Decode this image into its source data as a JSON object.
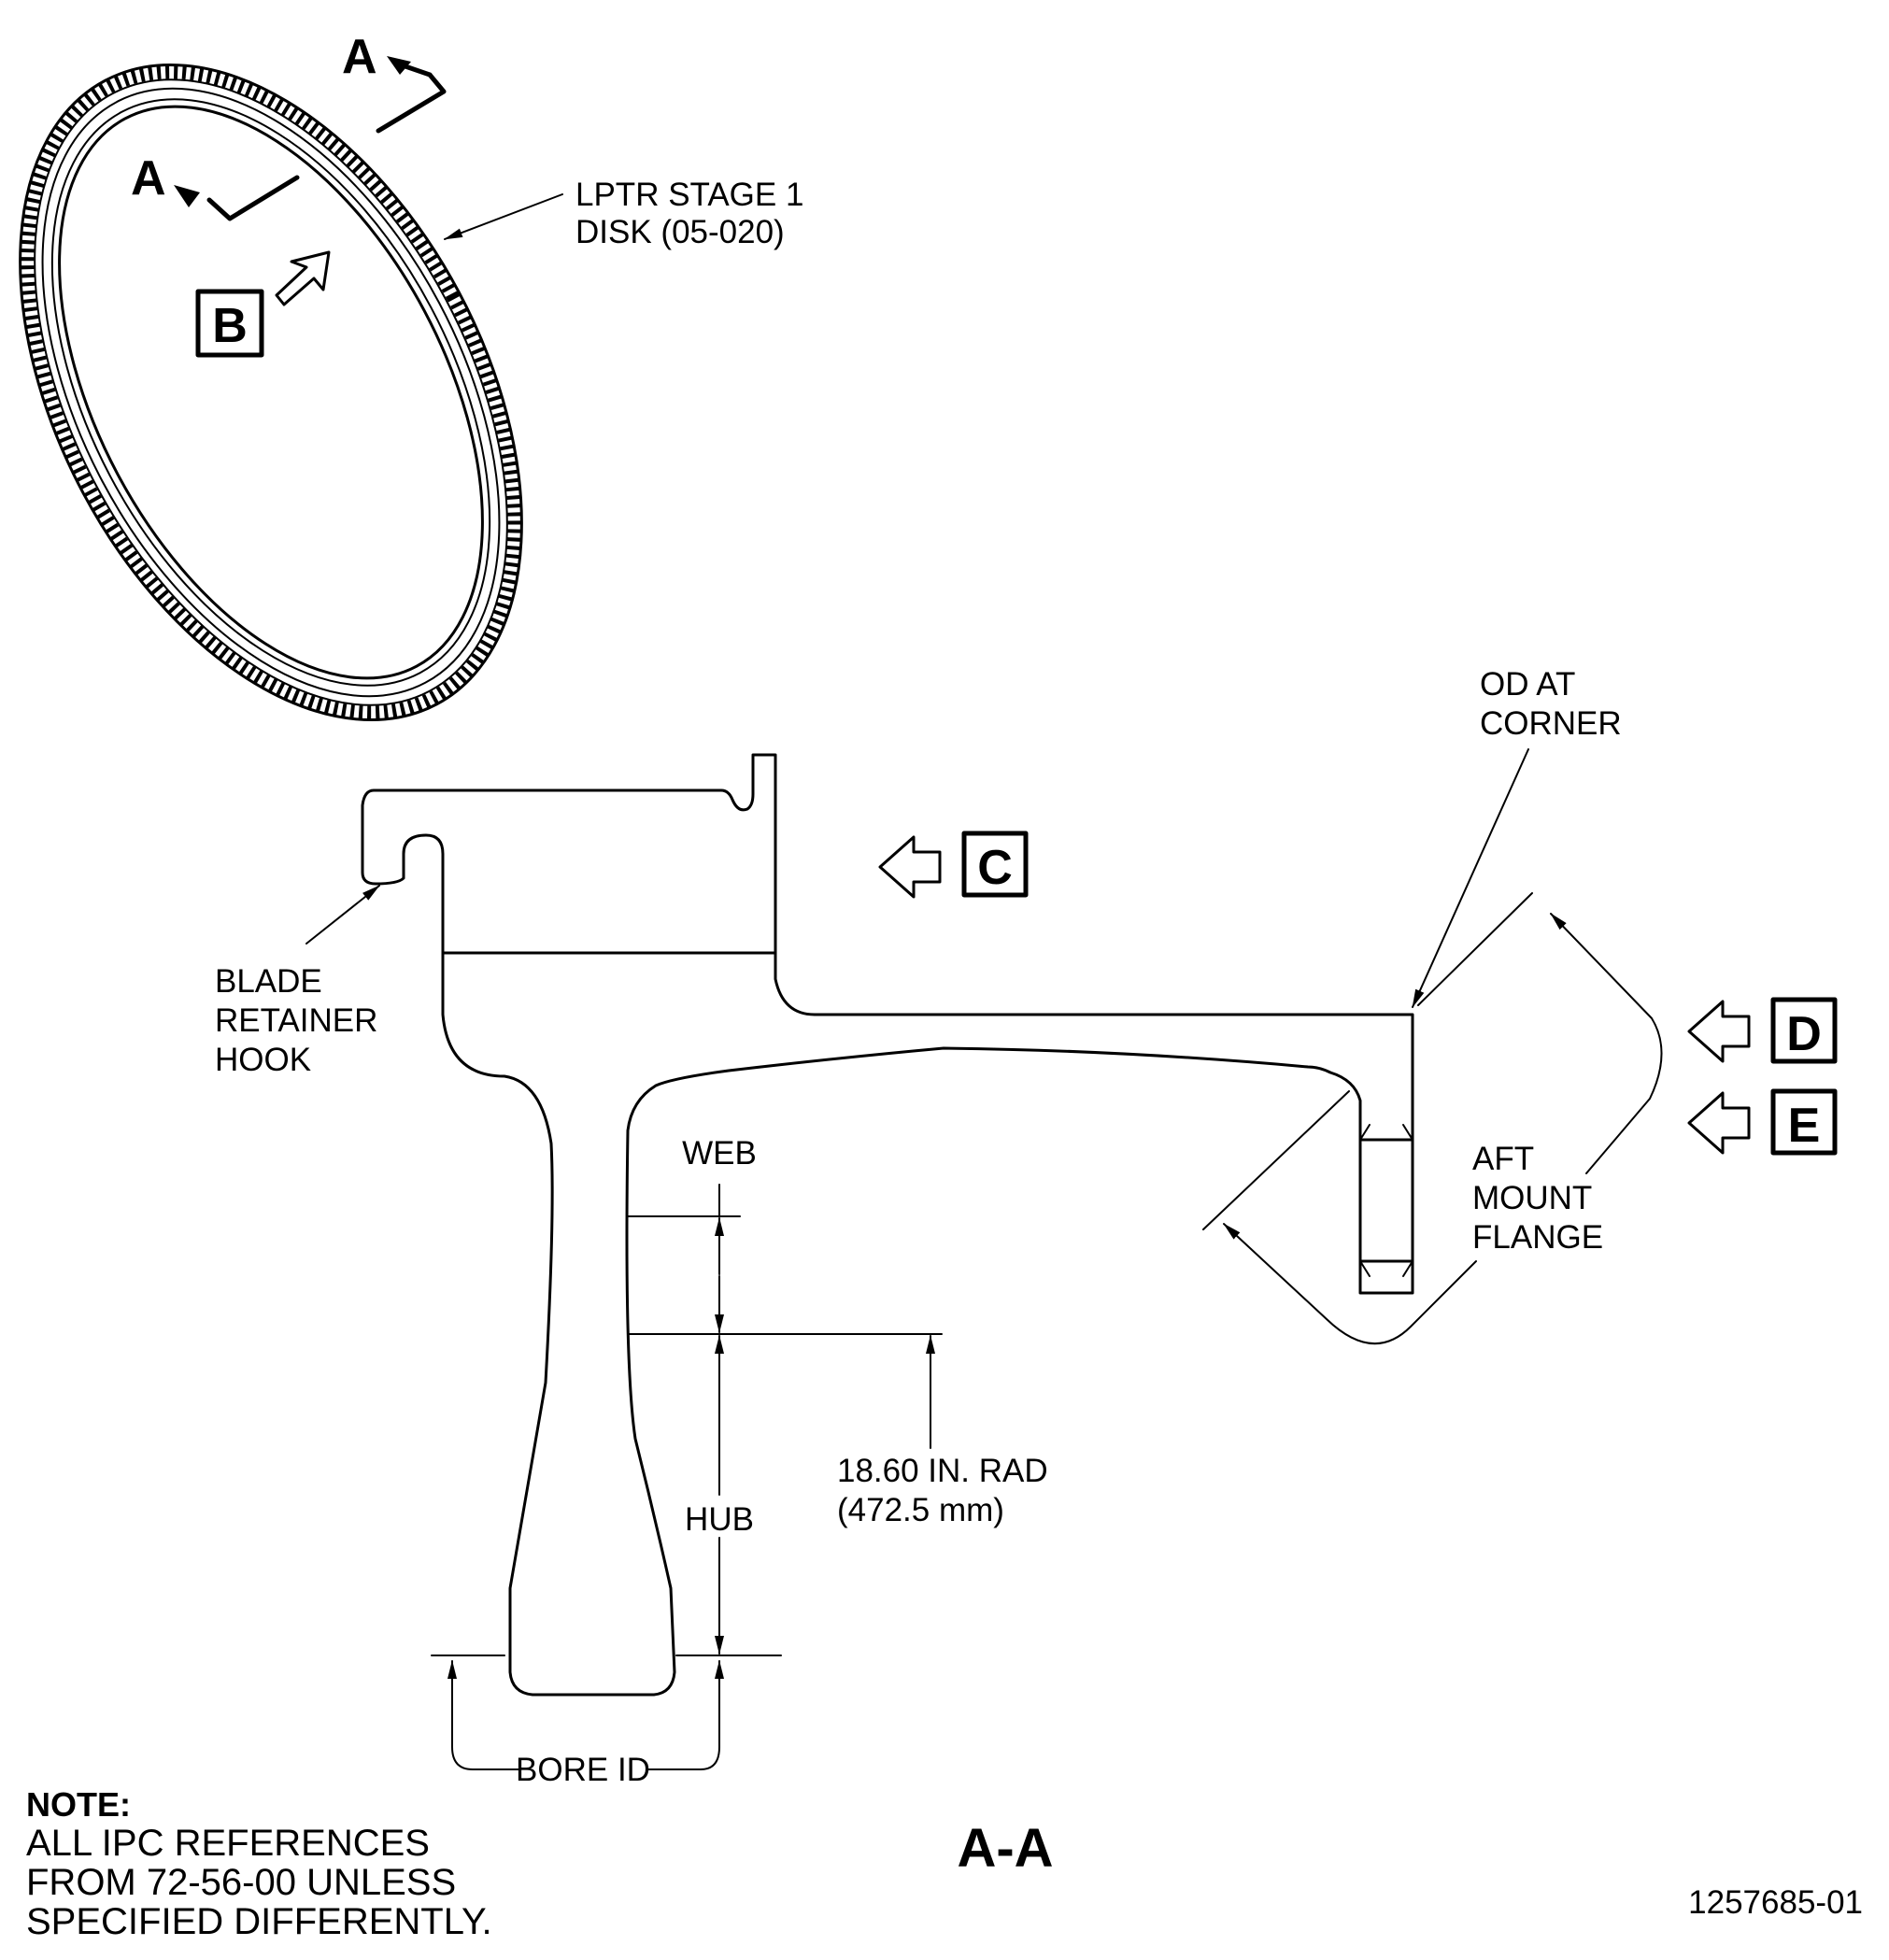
{
  "part_label": {
    "line1": "LPTR STAGE 1",
    "line2": "DISK (05-020)"
  },
  "section_marker": "A",
  "section_title": "A-A",
  "views": {
    "b": "B",
    "c": "C",
    "d": "D",
    "e": "E"
  },
  "callouts": {
    "od_corner": {
      "line1": "OD AT",
      "line2": "CORNER"
    },
    "blade_hook": {
      "line1": "BLADE",
      "line2": "RETAINER",
      "line3": "HOOK"
    },
    "web": "WEB",
    "hub": "HUB",
    "radius": {
      "line1": "18.60 IN. RAD",
      "line2": "(472.5 mm)"
    },
    "aft_flange": {
      "line1": "AFT",
      "line2": "MOUNT",
      "line3": "FLANGE"
    },
    "bore_id": "BORE ID"
  },
  "note": {
    "title": "NOTE:",
    "line1": "ALL IPC REFERENCES",
    "line2": "FROM 72-56-00 UNLESS",
    "line3": "SPECIFIED DIFFERENTLY."
  },
  "figure_number": "1257685-01"
}
